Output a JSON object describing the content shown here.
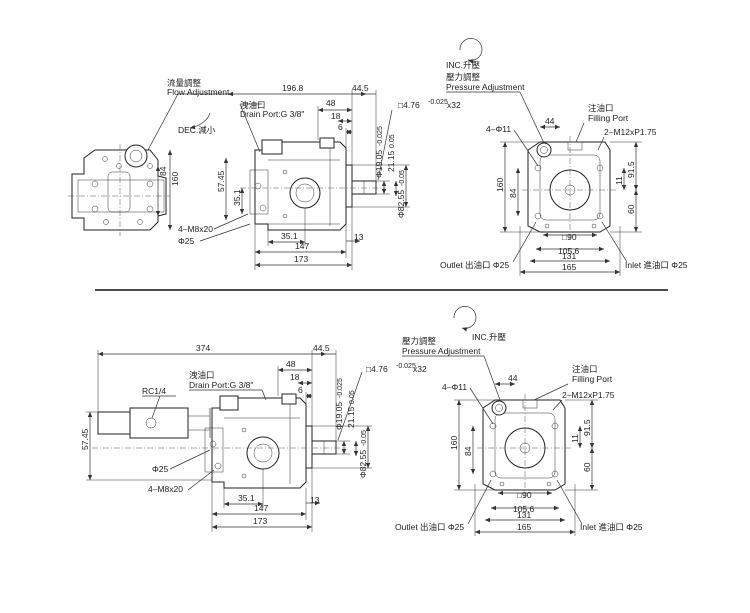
{
  "top": {
    "dims": {
      "overall": "196.8",
      "d44_5": "44.5",
      "d48": "48",
      "d18": "18",
      "d6": "6",
      "d57_45": "57.45",
      "d35_1v": "35.1",
      "d35_1": "35.1",
      "d147": "147",
      "d173": "173",
      "d13": "13",
      "d84": "84",
      "d160": "160",
      "shaft_19": "Φ19.05",
      "shaft_19_tol": "-0.025",
      "shaft_21": "21.15",
      "shaft_21_tol": "0.05",
      "shaft_82": "Φ82.55",
      "shaft_82_tol": "-0.05",
      "key": "□4.76",
      "key_tol": "-0.025",
      "key_len": "x32",
      "bolt": "4–M8x20",
      "phi25": "Φ25"
    },
    "labels": {
      "flow_cn": "流量調整",
      "flow_en": "Flow Adjustment",
      "dec": "DEC.減小",
      "drain_cn": "洩油口",
      "drain_en": "Drain Port:G 3/8\""
    },
    "right": {
      "inc": "INC.升壓",
      "pres_cn": "壓力調整",
      "pres_en": "Pressure Adjustment",
      "fill_cn": "注油口",
      "fill_en": "Filling Port",
      "phi11": "4–Φ11",
      "d44": "44",
      "m12": "2–M12xP1.75",
      "d160": "160",
      "d84": "84",
      "d91_5": "91.5",
      "d11": "11",
      "d60": "60",
      "sq90": "□90",
      "d105_6": "105.6",
      "d131": "131",
      "d165": "165",
      "outlet": "Outlet 出油口 Φ25",
      "inlet": "Inlet 進油口 Φ25"
    }
  },
  "bottom": {
    "dims": {
      "overall": "374",
      "d44_5": "44.5",
      "d48": "48",
      "d18": "18",
      "d6": "6",
      "d57_45": "57.45",
      "d35_1": "35.1",
      "d147": "147",
      "d173": "173",
      "d13": "13",
      "shaft_19": "Φ19.05",
      "shaft_19_tol": "-0.025",
      "shaft_21": "21.15",
      "shaft_21_tol": "0.05",
      "shaft_82": "Φ82.55",
      "shaft_82_tol": "-0.05",
      "key": "□4.76",
      "key_tol": "-0.025",
      "key_len": "x32",
      "bolt": "4–M8x20",
      "phi25": "Φ25"
    },
    "labels": {
      "rc": "RC1/4",
      "drain_cn": "洩油口",
      "drain_en": "Drain Port:G 3/8\""
    },
    "right": {
      "inc": "INC.升壓",
      "pres_cn": "壓力調整",
      "pres_en": "Pressure Adjustment",
      "fill_cn": "注油口",
      "fill_en": "Filling Port",
      "phi11": "4–Φ11",
      "d44": "44",
      "m12": "2–M12xP1.75",
      "d160": "160",
      "d84": "84",
      "d91_5": "91.5",
      "d11": "11",
      "d60": "60",
      "sq90": "□90",
      "d105_6": "105.6",
      "d131": "131",
      "d165": "165",
      "outlet": "Outlet 出油口 Φ25",
      "inlet": "Inlet 進油口 Φ25"
    }
  }
}
